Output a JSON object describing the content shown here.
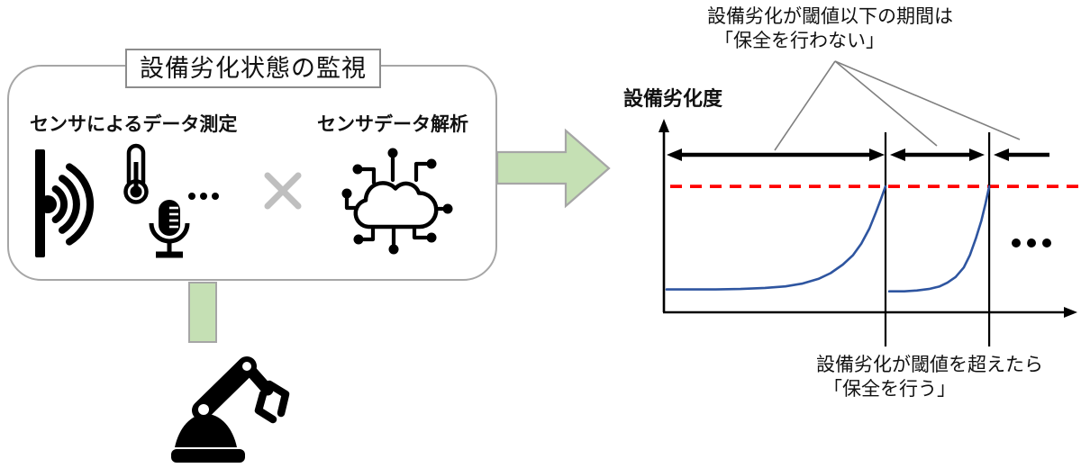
{
  "colors": {
    "accent_green": "#c5e0b4",
    "outline_gray": "#a6a6a6",
    "threshold_red": "#ff0000",
    "curve_blue": "#2e55a0",
    "pointer_gray": "#808080",
    "multiply_gray": "#bfbfbf"
  },
  "left_panel": {
    "title": "設備劣化状態の監視",
    "sensor_heading": "センサによるデータ測定",
    "analysis_heading": "センサデータ解析",
    "icons": [
      "vibration-sensor-icon",
      "thermometer-icon",
      "microphone-icon",
      "ellipsis-icon",
      "multiply-icon",
      "iot-cloud-icon"
    ]
  },
  "bottom": {
    "icon": "robot-arm-icon"
  },
  "chart_data": {
    "type": "line",
    "title": "",
    "xlabel": "",
    "ylabel": "設備劣化度",
    "x_range": [
      0,
      100
    ],
    "y_range": [
      0,
      100
    ],
    "grid": false,
    "threshold": {
      "y": 66,
      "color": "#ff0000",
      "style": "dashed"
    },
    "maintenance_x": [
      53.4,
      78.7
    ],
    "series": [
      {
        "color": "#2e55a0",
        "x": [
          0,
          6,
          12,
          18,
          24,
          29,
          33,
          37,
          40,
          43,
          45.5,
          47.5,
          49.5,
          51,
          52.3,
          53.4
        ],
        "y": [
          12,
          12,
          12,
          12.2,
          12.8,
          13.6,
          15,
          17.5,
          20.5,
          25,
          30,
          36,
          44,
          52,
          59.5,
          66
        ]
      },
      {
        "color": "#2e55a0",
        "x": [
          54.3,
          58,
          61,
          64,
          66.5,
          68.5,
          70.5,
          72.5,
          74,
          75.5,
          76.8,
          77.8,
          78.7
        ],
        "y": [
          11,
          11,
          11.4,
          12.2,
          13.5,
          15.5,
          18.5,
          23.5,
          30,
          39,
          48,
          57,
          66
        ]
      }
    ],
    "continuation_ellipsis": true,
    "annotations": {
      "no_maintenance": [
        "設備劣化が閾値以下の期間は",
        "「保全を行わない」"
      ],
      "maintenance": [
        "設備劣化が閾値を超えたら",
        "「保全を行う」"
      ]
    }
  }
}
